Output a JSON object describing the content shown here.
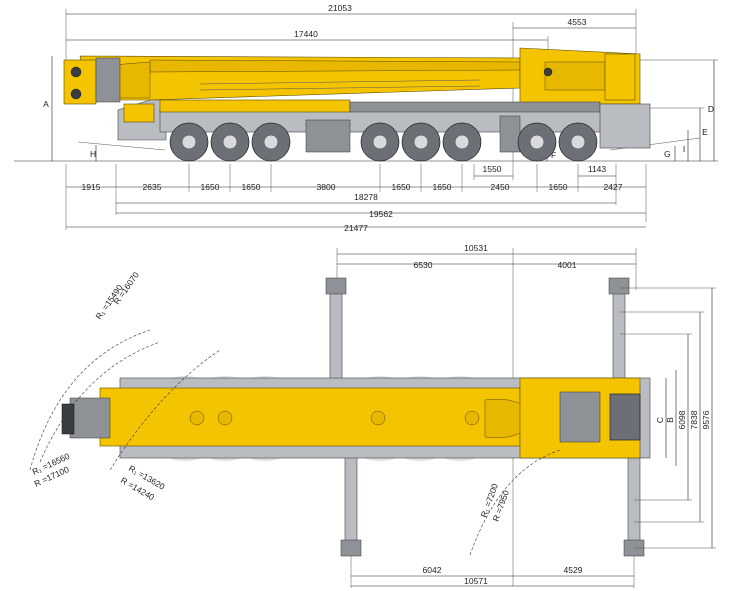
{
  "side_view": {
    "overall_top": "21053",
    "boom_length": "17440",
    "rear_top": "4553",
    "letter_a": "A",
    "letter_d": "D",
    "letter_e": "E",
    "letter_h": "H",
    "letter_f": "F",
    "letter_g": "G",
    "front_overhang": "1915",
    "axle_1": "2635",
    "axle_2": "1650",
    "axle_3": "1650",
    "axle_4": "3800",
    "axle_5": "1650",
    "axle_6": "1650",
    "axle_7": "2450",
    "axle_8": "1650",
    "rear_1550": "1550",
    "rear_1143": "1143",
    "rear_overhang": "2427",
    "total_18278": "18278",
    "total_19562": "19562",
    "total_21477": "21477"
  },
  "top_view": {
    "outrigger_span_top": "10531",
    "front_6530": "6530",
    "rear_4001": "4001",
    "front_6042": "6042",
    "rear_4529": "4529",
    "outrigger_span_bottom": "10571",
    "letter_c": "C",
    "letter_b": "B",
    "width_6098": "6098",
    "width_7838": "7838",
    "width_9576": "9576",
    "radius_16070": "R =16070",
    "radius_15490": "R₁ =15490",
    "radius_16560": "R₁ =16560",
    "radius_17100": "R =17100",
    "radius_13620": "R₁ =13620",
    "radius_14240": "R =14240",
    "radius_7200": "R₁ =7200",
    "radius_7950": "R =7950"
  },
  "colors": {
    "crane_yellow": "#f5c400",
    "chassis_grey": "#b9bcc1"
  }
}
